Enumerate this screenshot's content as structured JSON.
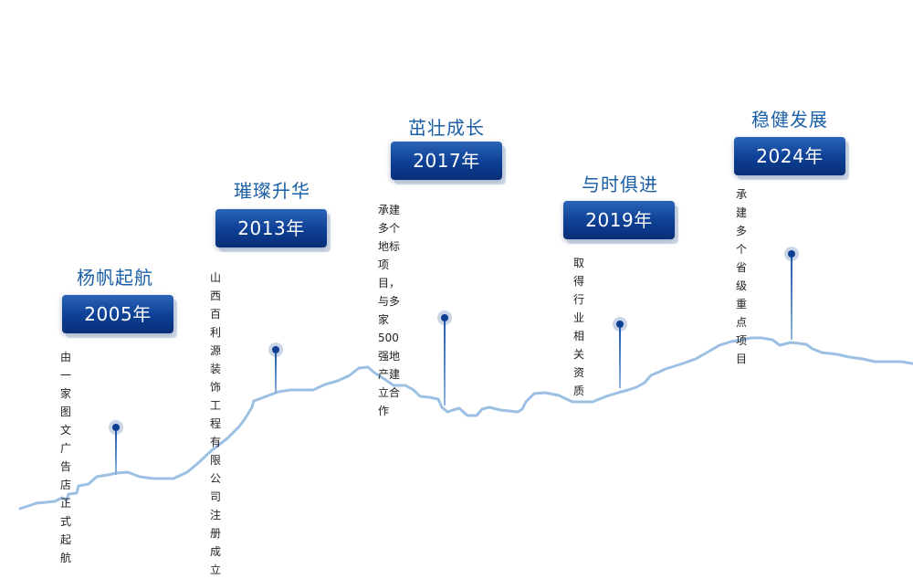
{
  "timeline": {
    "milestones": [
      {
        "phase": "杨帆起航",
        "year": "2005年",
        "description": "由一家图文广告店正式\n起航"
      },
      {
        "phase": "璀璨升华",
        "year": "2013年",
        "description": "山西百利源装饰工程有限\n公司注册成立"
      },
      {
        "phase": "茁壮成长",
        "year": "2017年",
        "description": "承建多个地标项目，与多家\n500强地产建立合作"
      },
      {
        "phase": "与时俱进",
        "year": "2019年",
        "description": "取得行业相关资质"
      },
      {
        "phase": "稳健发展",
        "year": "2024年",
        "description": "承建多个省级重点项目"
      }
    ]
  },
  "colors": {
    "phase_text": "#1b5fa6",
    "year_box": "#0d3f93",
    "mountain_line": "#9cc0e4"
  }
}
